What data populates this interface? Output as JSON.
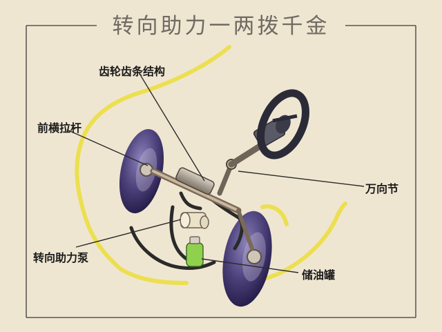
{
  "title": "转向助力一两拨千金",
  "labels": {
    "rack_pinion": "齿轮齿条结构",
    "tie_rod": "前横拉杆",
    "universal_joint": "万向节",
    "power_pump": "转向助力泵",
    "reservoir": "储油罐"
  },
  "colors": {
    "background": "#efe6d2",
    "car_outline": "#ecdf50",
    "tire": "#4a3f78",
    "border_line": "#3a3a3a",
    "reservoir": "#8fd14f"
  }
}
